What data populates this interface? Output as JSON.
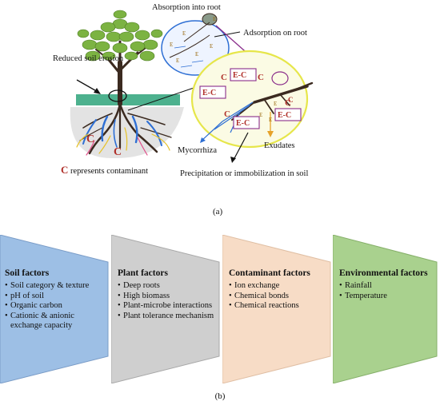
{
  "panel_a": {
    "labels": {
      "absorption_into_root": "Absorption into root",
      "adsorption_on_root": "Adsorption on root",
      "reduced_soil_erosion": "Reduced soil erosion",
      "mycorrhiza": "Mycorrhiza",
      "exudates": "Exudates",
      "precipitation": "Precipitation or immobilization in soil",
      "legend_symbol": "C",
      "legend_text": "represents contaminant"
    },
    "ec_label": "E-C",
    "c_letter": "C",
    "e_letter": "E",
    "caption": "(a)"
  },
  "panel_b": {
    "caption": "(b)",
    "factors": [
      {
        "title": "Soil factors",
        "color": "#9dbfe5",
        "items": [
          "Soil category & texture",
          "pH of soil",
          "Organic carbon",
          "Cationic & anionic exchange capacity"
        ]
      },
      {
        "title": "Plant factors",
        "color": "#cfcfcf",
        "items": [
          "Deep roots",
          "High biomass",
          "Plant-microbe interactions",
          "Plant tolerance mechanism"
        ]
      },
      {
        "title": "Contaminant factors",
        "color": "#f7dcc6",
        "items": [
          "Ion exchange",
          "Chemical bonds",
          "Chemical reactions"
        ]
      },
      {
        "title": "Environmental factors",
        "color": "#a9d18e",
        "items": [
          "Rainfall",
          "Temperature"
        ]
      }
    ]
  }
}
